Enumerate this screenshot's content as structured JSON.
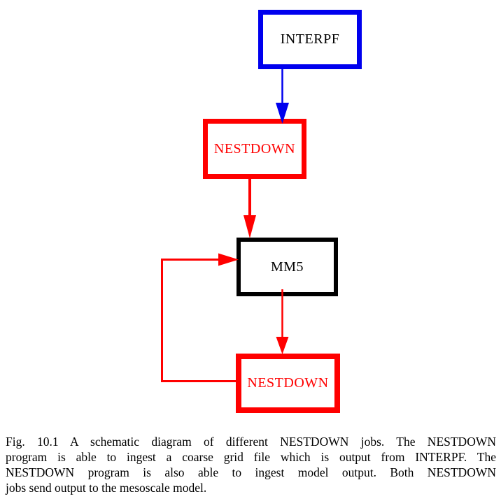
{
  "figure": {
    "caption": {
      "lines": [
        "Fig. 10.1 A schematic diagram of different NESTDOWN jobs. The NESTDOWN",
        "program is able to ingest a coarse grid file which is output from INTERPF. The",
        "NESTDOWN program is also able to ingest model output. Both NESTDOWN",
        "jobs send output to the mesoscale model."
      ]
    }
  },
  "diagram": {
    "nodes": {
      "interpf": {
        "label": "INTERPF",
        "border_color": "#0000ee",
        "text_color": "#000000"
      },
      "nestdown_top": {
        "label": "NESTDOWN",
        "border_color": "#ff0000",
        "text_color": "#ff0000"
      },
      "mm5": {
        "label": "MM5",
        "border_color": "#000000",
        "text_color": "#000000"
      },
      "nestdown_bottom": {
        "label": "NESTDOWN",
        "border_color": "#ff0000",
        "text_color": "#ff0000"
      }
    },
    "edges": [
      {
        "from": "INTERPF",
        "to": "NESTDOWN (top)",
        "color": "#0000ee",
        "direction": "down"
      },
      {
        "from": "NESTDOWN (top)",
        "to": "MM5",
        "color": "#ff0000",
        "direction": "down"
      },
      {
        "from": "MM5",
        "to": "NESTDOWN (bottom)",
        "color": "#ff0000",
        "direction": "down"
      },
      {
        "from": "NESTDOWN (bottom)",
        "to": "MM5",
        "color": "#ff0000",
        "direction": "feedback-left-up"
      }
    ]
  }
}
